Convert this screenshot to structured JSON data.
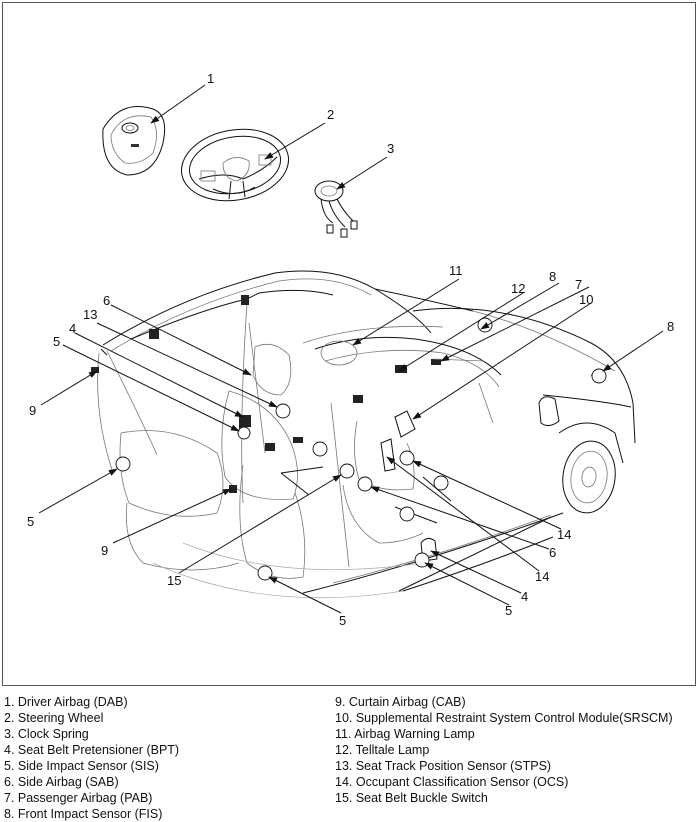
{
  "callouts": [
    {
      "n": "1",
      "label": "1"
    },
    {
      "n": "2",
      "label": "2"
    },
    {
      "n": "3",
      "label": "3"
    },
    {
      "n": "4a",
      "label": "4"
    },
    {
      "n": "5a",
      "label": "5"
    },
    {
      "n": "6a",
      "label": "6"
    },
    {
      "n": "13",
      "label": "13"
    },
    {
      "n": "9a",
      "label": "9"
    },
    {
      "n": "11",
      "label": "11"
    },
    {
      "n": "12",
      "label": "12"
    },
    {
      "n": "8a",
      "label": "8"
    },
    {
      "n": "7",
      "label": "7"
    },
    {
      "n": "10",
      "label": "10"
    },
    {
      "n": "8b",
      "label": "8"
    },
    {
      "n": "5b",
      "label": "5"
    },
    {
      "n": "9b",
      "label": "9"
    },
    {
      "n": "15",
      "label": "15"
    },
    {
      "n": "5c",
      "label": "5"
    },
    {
      "n": "14a",
      "label": "14"
    },
    {
      "n": "6b",
      "label": "6"
    },
    {
      "n": "14b",
      "label": "14"
    },
    {
      "n": "4b",
      "label": "4"
    },
    {
      "n": "5d",
      "label": "5"
    }
  ],
  "legend_left": [
    "1. Driver Airbag (DAB)",
    "2. Steering Wheel",
    "3. Clock Spring",
    "4. Seat Belt Pretensioner (BPT)",
    "5. Side Impact Sensor (SIS)",
    "6. Side Airbag (SAB)",
    "7. Passenger Airbag (PAB)",
    "8. Front Impact Sensor (FIS)"
  ],
  "legend_right": [
    "9. Curtain Airbag (CAB)",
    "10. Supplemental Restraint System Control Module(SRSCM)",
    "11. Airbag Warning Lamp",
    "12. Telltale Lamp",
    "13. Seat Track Position Sensor (STPS)",
    "14. Occupant Classification Sensor (OCS)",
    "15. Seat Belt Buckle Switch"
  ]
}
